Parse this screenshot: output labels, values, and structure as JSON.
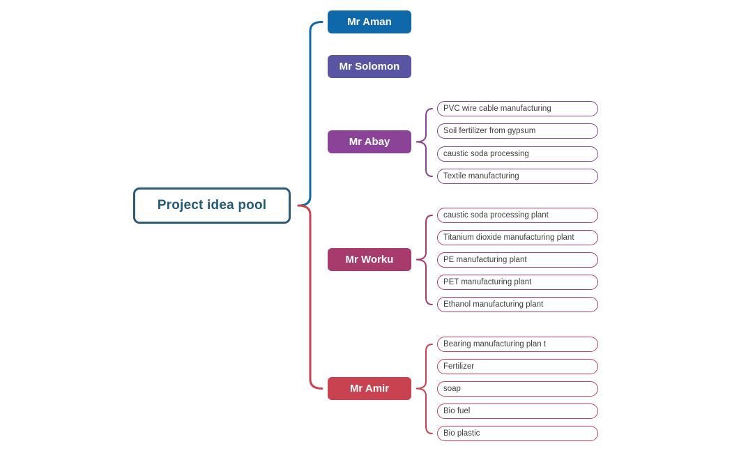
{
  "root": {
    "label": "Project idea pool",
    "border_color": "#2b5b7a",
    "text_color": "#235a78"
  },
  "branches": [
    {
      "id": "aman",
      "label": "Mr Aman",
      "color": "#0e68a9",
      "items": []
    },
    {
      "id": "solomon",
      "label": "Mr Solomon",
      "color": "#5a55a2",
      "items": []
    },
    {
      "id": "abay",
      "label": "Mr Abay",
      "color": "#8b4397",
      "items": [
        "PVC wire cable manufacturing",
        "Soil fertilizer from gypsum",
        "caustic soda processing",
        "Textile manufacturing"
      ]
    },
    {
      "id": "worku",
      "label": "Mr Worku",
      "color": "#a73b6c",
      "items": [
        "caustic soda processing plant",
        "Titanium dioxide manufacturing plant",
        "PE manufacturing plant",
        "PET manufacturing plant",
        "Ethanol manufacturing plant"
      ]
    },
    {
      "id": "amir",
      "label": "Mr Amir",
      "color": "#c84250",
      "items": [
        "Bearing manufacturing plan t",
        "Fertilizer",
        "soap",
        "Bio fuel",
        "Bio plastic"
      ]
    }
  ],
  "connector_colors": {
    "upper_main_brace": "#0e68a9",
    "lower_main_brace": "#c84250"
  }
}
